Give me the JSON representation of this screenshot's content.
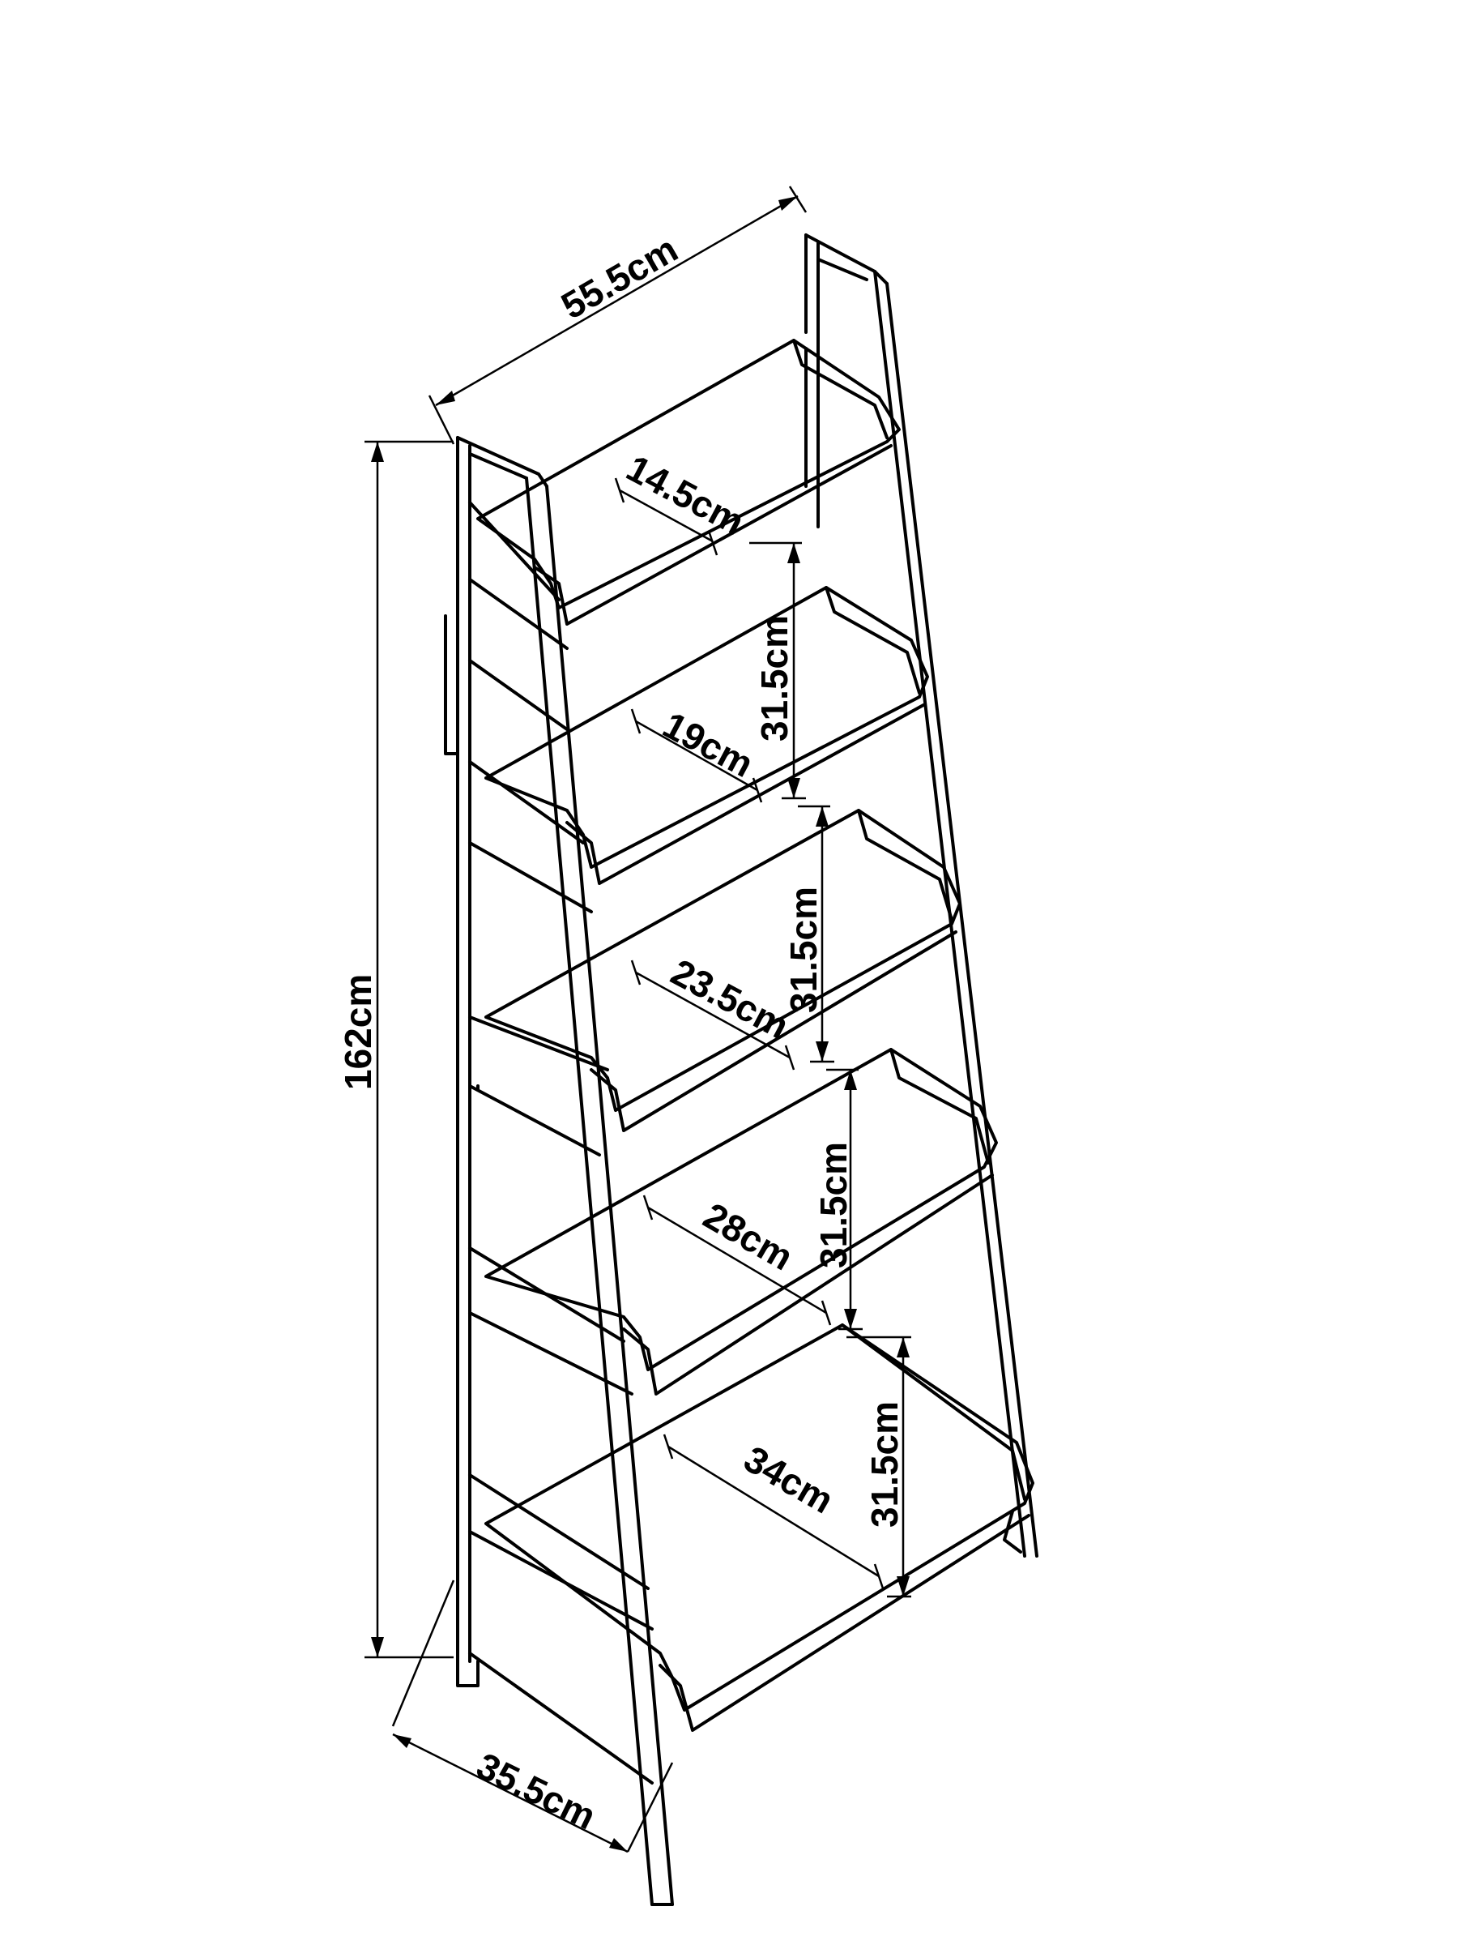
{
  "dimensions": {
    "total_width": "55.5cm",
    "total_height": "162cm",
    "depth_base": "35.5cm",
    "shelf_depths": [
      "14.5cm",
      "19cm",
      "23.5cm",
      "28cm",
      "34cm"
    ],
    "shelf_spacings": [
      "31.5cm",
      "31.5cm",
      "31.5cm",
      "31.5cm"
    ]
  }
}
